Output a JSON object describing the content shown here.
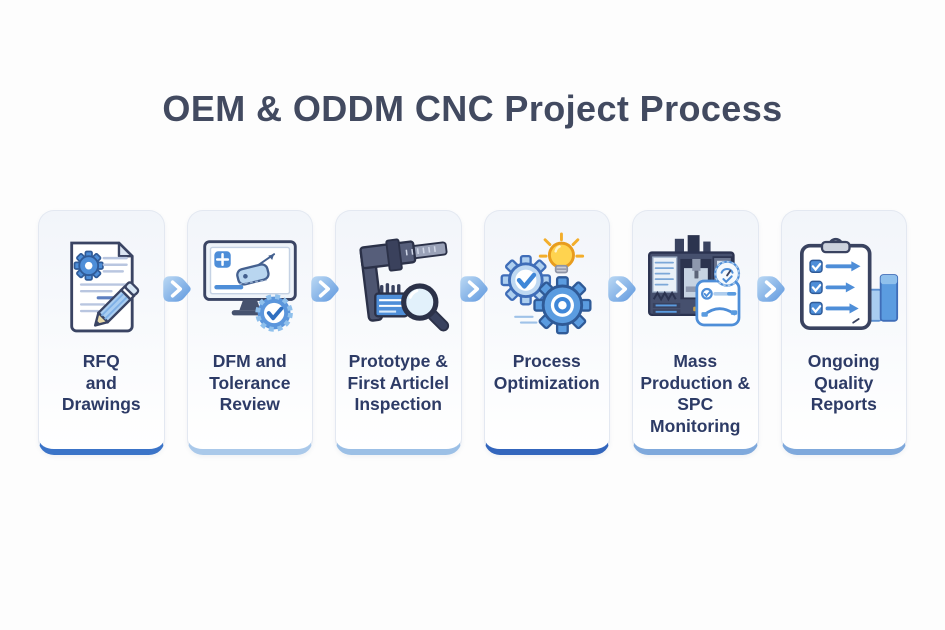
{
  "header": {
    "title": "OEM & ODDM CNC Project Process",
    "title_color": "#424a60"
  },
  "colors": {
    "page_background": "#fdfdfd",
    "card_background_top": "#f2f5fa",
    "card_border": "#e3e8f1",
    "label_text": "#2d3b66",
    "arrow_gradient_light": "#bcd9f4",
    "arrow_gradient_dark": "#5e97de",
    "icon_outline": "#3a4463",
    "icon_blue_mid": "#4e8ed8",
    "icon_blue_light": "#aecdee",
    "icon_yellow": "#ffd34f"
  },
  "steps": [
    {
      "label_lines": [
        "RFQ",
        "and",
        "Drawings"
      ],
      "icon": "rfq-document-icon",
      "accent": "#3b74c8"
    },
    {
      "label_lines": [
        "DFM and",
        "Tolerance",
        "Review"
      ],
      "icon": "dfm-monitor-icon",
      "accent": "#aac9ea"
    },
    {
      "label_lines": [
        "Prototype &",
        "First Articlel",
        "Inspection"
      ],
      "icon": "caliper-inspection-icon",
      "accent": "#9cc0e6"
    },
    {
      "label_lines": [
        "Process",
        "Optimization",
        ""
      ],
      "icon": "gears-lightbulb-icon",
      "accent": "#3366bd"
    },
    {
      "label_lines": [
        "Mass",
        "Production &",
        "SPC Monitoring"
      ],
      "icon": "cnc-machine-icon",
      "accent": "#7fa9dc"
    },
    {
      "label_lines": [
        "Ongoing",
        "Quality",
        "Reports"
      ],
      "icon": "clipboard-chart-icon",
      "accent": "#7fa9dc"
    }
  ],
  "arrow": {
    "glyph": "chevron-right"
  }
}
